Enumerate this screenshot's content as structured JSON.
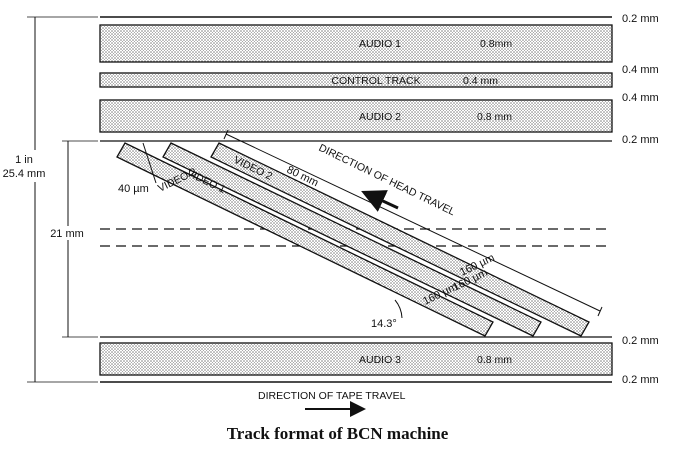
{
  "tracks": {
    "audio1": {
      "label": "AUDIO 1",
      "width": "0.8mm"
    },
    "control": {
      "label": "CONTROL TRACK",
      "width": "0.4 mm"
    },
    "audio2": {
      "label": "AUDIO 2",
      "width": "0.8 mm"
    },
    "audio3": {
      "label": "AUDIO 3",
      "width": "0.8 mm"
    }
  },
  "guard_labels": [
    "0.2 mm",
    "0.4 mm",
    "0.4 mm",
    "0.2 mm",
    "0.2 mm",
    "0.2 mm"
  ],
  "tape_width": {
    "line1": "1 in",
    "line2": "25.4 mm"
  },
  "video_area_width": "21 mm",
  "video_tracks": {
    "video1": "VIDEO 1",
    "video2_lower": "VIDEO 2",
    "video2_upper": "VIDEO 2",
    "track_length": "80 mm",
    "track_pitch": "40 µm",
    "track_widths": [
      "160 µm",
      "160 µm",
      "160 µm"
    ],
    "angle": "14.3°"
  },
  "head_direction": "DIRECTION OF HEAD TRAVEL",
  "tape_direction": "DIRECTION OF TAPE TRAVEL",
  "caption": "Track format of BCN machine",
  "colors": {
    "ink": "#111111",
    "stipple": "#bdbdbd",
    "paper": "#ffffff"
  }
}
